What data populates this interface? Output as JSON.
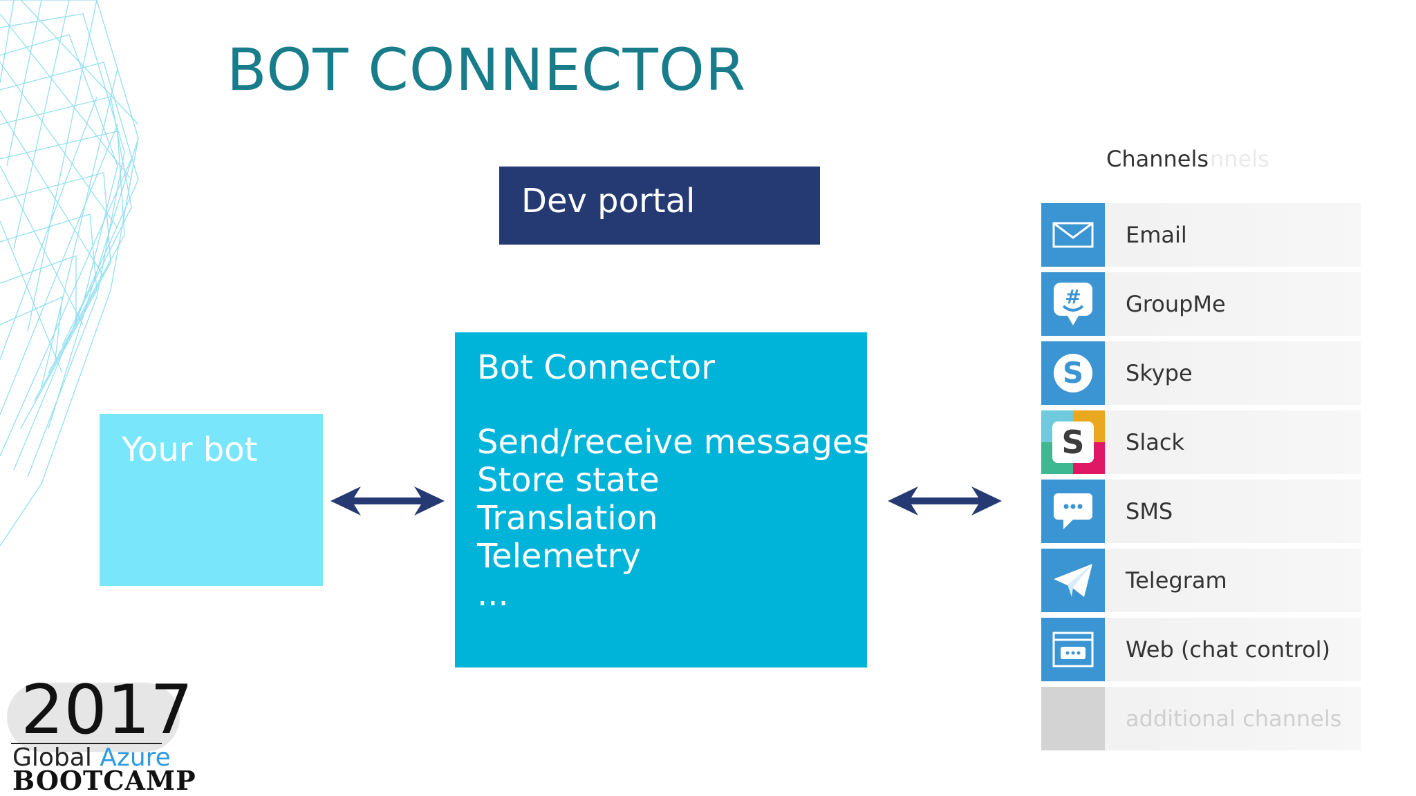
{
  "slide": {
    "title": "BOT CONNECTOR",
    "dev_portal": "Dev portal",
    "your_bot": "Your bot",
    "connector": {
      "title": "Bot Connector",
      "features": [
        "Send/receive messages",
        "Store state",
        "Translation",
        "Telemetry",
        "..."
      ]
    }
  },
  "channels": {
    "heading": "Channels",
    "ghost_heading": "nnels",
    "items": [
      {
        "label": "Email",
        "icon": "email-icon"
      },
      {
        "label": "GroupMe",
        "icon": "groupme-icon"
      },
      {
        "label": "Skype",
        "icon": "skype-icon"
      },
      {
        "label": "Slack",
        "icon": "slack-icon"
      },
      {
        "label": "SMS",
        "icon": "sms-icon"
      },
      {
        "label": "Telegram",
        "icon": "telegram-icon"
      },
      {
        "label": "Web (chat control)",
        "icon": "web-chat-icon"
      },
      {
        "label": "additional channels",
        "icon": "placeholder-tile"
      }
    ]
  },
  "logo": {
    "year": "2017",
    "global": "Global",
    "azure": "Azure",
    "bootcamp": "BOOTCAMP"
  },
  "colors": {
    "title": "#187c8a",
    "dev_portal": "#253a72",
    "your_bot": "#7ae6fb",
    "connector": "#00b3d8",
    "arrow": "#253a72",
    "channel_tile": "#3a95d2"
  }
}
